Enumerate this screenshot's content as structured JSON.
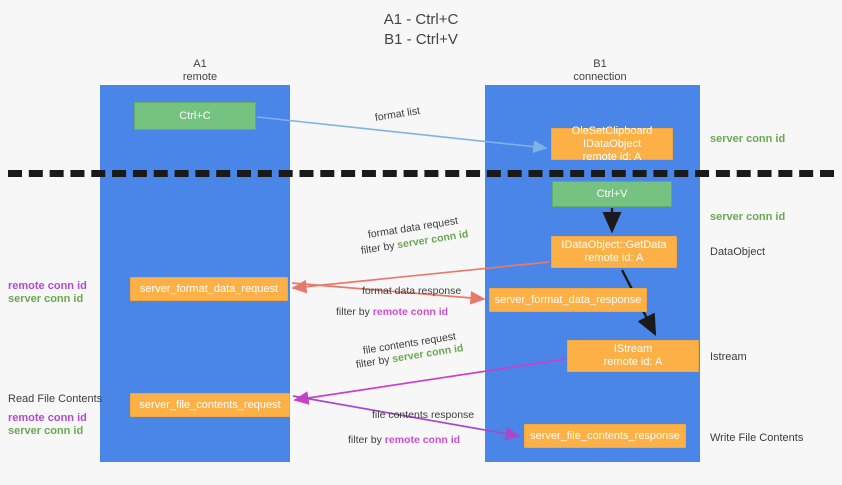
{
  "title": {
    "line1": "A1 - Ctrl+C",
    "line2": "B1 - Ctrl+V"
  },
  "columns": [
    {
      "name": "A1",
      "subtitle": "remote",
      "color": "#4a86e8"
    },
    {
      "name": "B1",
      "subtitle": "connection",
      "color": "#4a86e8"
    }
  ],
  "colors": {
    "lane": "#4a86e8",
    "green_box": "#76c280",
    "orange_box": "#fcb045",
    "server_conn": "#6aa84f",
    "remote_conn": "#b44ad0",
    "arrow_blue": "#7fb3e8",
    "arrow_red": "#e8796a",
    "arrow_magenta": "#cc3fcc",
    "arrow_purple": "#a64ac9",
    "arrow_black": "#1a1a1a",
    "divider": "#1a1a1a",
    "background": "#f7f7f7"
  },
  "boxes": {
    "ctrl_c": {
      "label": "Ctrl+C",
      "kind": "green"
    },
    "ole_set_clipboard": {
      "line1": "OleSetClipboard IDataObject",
      "line2": "remote id: A",
      "kind": "orange"
    },
    "ctrl_v": {
      "label": "Ctrl+V",
      "kind": "green"
    },
    "get_data": {
      "line1": "IDataObject::GetData",
      "line2": "remote id: A",
      "kind": "orange"
    },
    "format_data_request": {
      "label": "server_format_data_request",
      "kind": "orange"
    },
    "format_data_response": {
      "label": "server_format_data_response",
      "kind": "orange"
    },
    "istream": {
      "line1": "IStream",
      "line2": "remote id: A",
      "kind": "orange"
    },
    "file_contents_request": {
      "label": "server_file_contents_request",
      "kind": "orange"
    },
    "file_contents_response": {
      "label": "server_file_contents_response",
      "kind": "orange"
    }
  },
  "edge_labels": {
    "format_list": "format list",
    "format_data_request": "format data request",
    "format_data_request_filter_prefix": "filter by ",
    "format_data_request_filter_value": "server conn id",
    "format_data_response": "format data response",
    "format_data_response_filter_prefix": "filter by ",
    "format_data_response_filter_value": "remote conn id",
    "file_contents_request": "file contents request",
    "file_contents_request_filter_prefix": "filter by ",
    "file_contents_request_filter_value": "server conn id",
    "file_contents_response": "file contents response",
    "file_contents_response_filter_prefix": "filter by ",
    "file_contents_response_filter_value": "remote conn id"
  },
  "annotations": {
    "right_server_conn_top": "server conn id",
    "right_server_conn_mid": "server conn id",
    "right_dataobject": "DataObject",
    "right_istream": "Istream",
    "right_write_file_contents": "Write File Contents",
    "left_read_file_contents": "Read File Contents",
    "left_remote_conn_1": "remote conn id",
    "left_server_conn_1": "server conn id",
    "left_remote_conn_2": "remote conn id",
    "left_server_conn_2": "server conn id"
  }
}
